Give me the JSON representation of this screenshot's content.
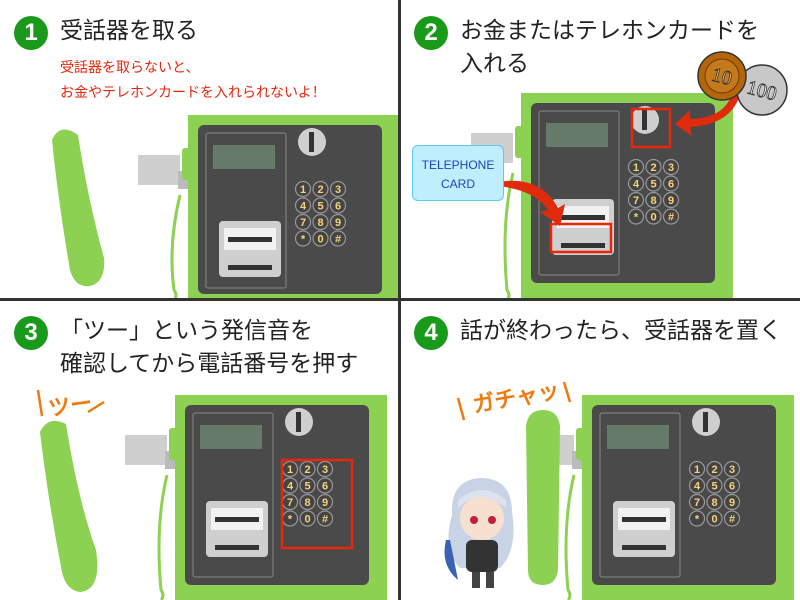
{
  "steps": [
    {
      "number": "1",
      "title": [
        "受話器を取る"
      ],
      "note": [
        "受話器を取らないと、",
        "お金やテレホンカードを入れられないよ！"
      ]
    },
    {
      "number": "2",
      "title": [
        "お金またはテレホンカードを",
        "入れる"
      ],
      "card_label": [
        "TELEPHONE",
        "CARD"
      ],
      "coins": [
        "10",
        "100"
      ]
    },
    {
      "number": "3",
      "title": [
        "「ツー」という発信音を",
        "確認してから電話番号を押す"
      ],
      "sound": "ツー"
    },
    {
      "number": "4",
      "title": [
        "話が終わったら、受話器を置く"
      ],
      "sound": "ガチャッ"
    }
  ],
  "keypad": [
    "1",
    "2",
    "3",
    "4",
    "5",
    "6",
    "7",
    "8",
    "9",
    "*",
    "0",
    "#"
  ],
  "colors": {
    "phone_green": "#8cd152",
    "panel_dark": "#4a4a4a",
    "highlight_red": "#e8260c",
    "step_green": "#1a9a1a",
    "sound_orange": "#f07a12"
  }
}
